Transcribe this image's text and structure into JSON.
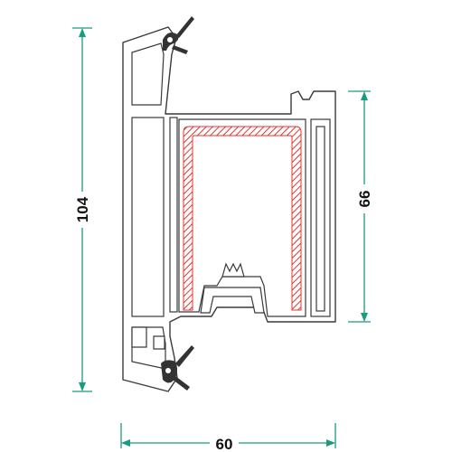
{
  "dimensions": {
    "height_total": "104",
    "height_sash": "66",
    "width": "60"
  },
  "colors": {
    "dimension": "#1a9a7e",
    "reinforcement": "#e3342f",
    "profile_outline": "#3a3a3a",
    "gasket": "#333333"
  }
}
